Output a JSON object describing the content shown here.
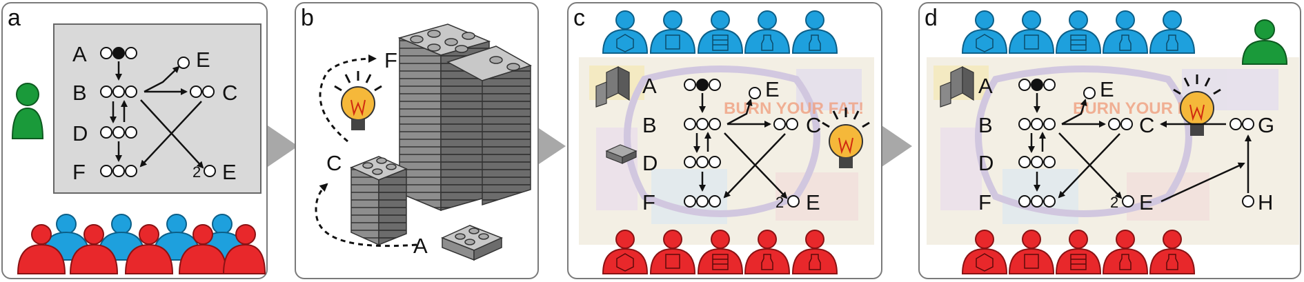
{
  "panels": [
    {
      "id": "a",
      "letter": "a"
    },
    {
      "id": "b",
      "letter": "b"
    },
    {
      "id": "c",
      "letter": "c"
    },
    {
      "id": "d",
      "letter": "d"
    }
  ],
  "panel_a": {
    "rows": [
      "A",
      "B",
      "D",
      "F"
    ],
    "right_labels": [
      "E",
      "C",
      "E"
    ],
    "coefficient": "2"
  },
  "panel_b": {
    "labels": [
      "F",
      "C",
      "A"
    ]
  },
  "panel_c": {
    "rows": [
      "A",
      "B",
      "D",
      "F"
    ],
    "right_labels": [
      "E",
      "C",
      "E"
    ],
    "coefficient": "2",
    "background_text": "BURN YOUR FAT!"
  },
  "panel_d": {
    "rows": [
      "A",
      "B",
      "D",
      "F"
    ],
    "right_labels": [
      "E",
      "C",
      "E",
      "G",
      "H"
    ],
    "coefficient": "2",
    "background_text": "BURN YOUR FAT!"
  },
  "colors": {
    "player_blue": "#1ea0dd",
    "player_red": "#e8282b",
    "player_green": "#1a9a3a",
    "grey_box": "#d9d9d9",
    "arrow_grey": "#a8a8a8",
    "bulb_yellow": "#f5b83a"
  },
  "icons": [
    "person-icon",
    "d20-die-icon",
    "d6-die-icon",
    "board-icon",
    "rook-icon",
    "lightbulb-icon",
    "lego-brick-icon"
  ]
}
